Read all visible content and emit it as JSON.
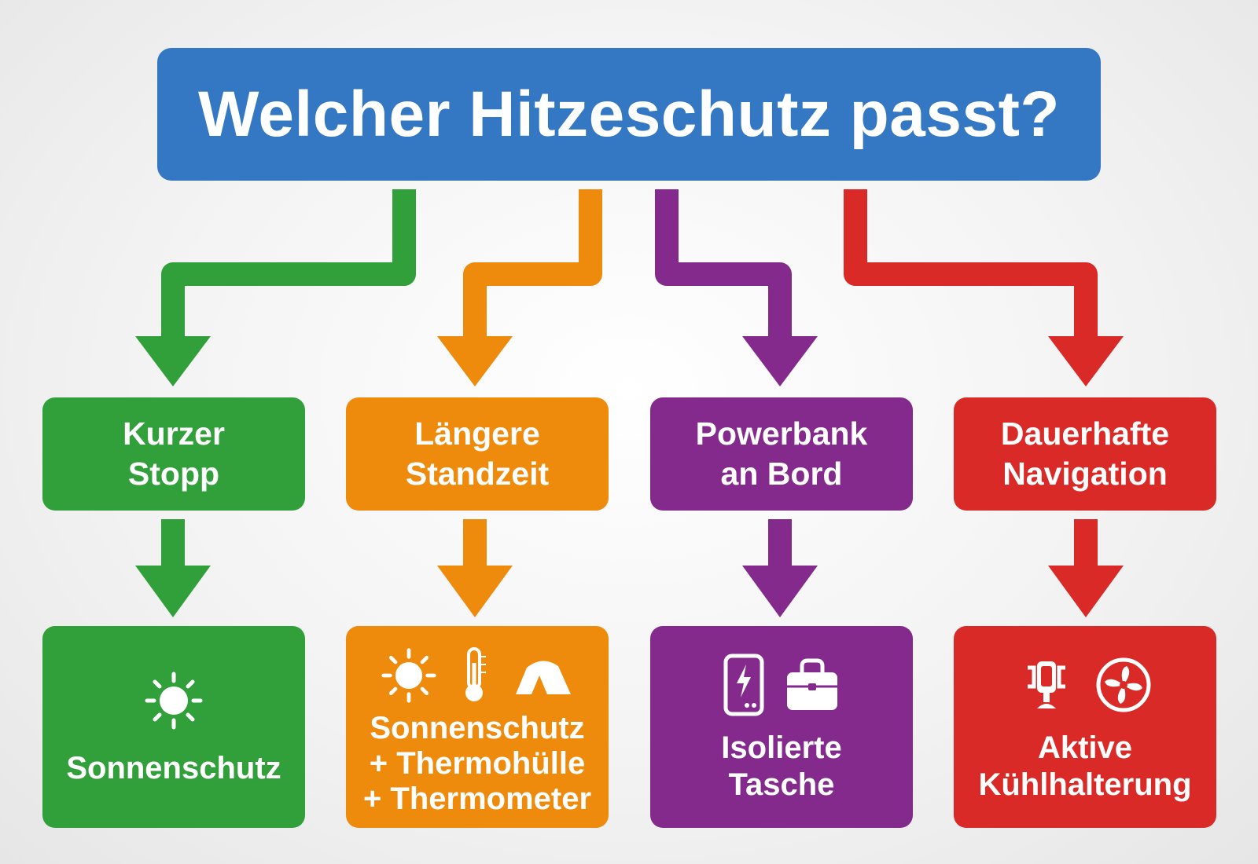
{
  "title": "Welcher Hitzeschutz passt?",
  "colors": {
    "title": "#3478c4",
    "green": "#31a03b",
    "orange": "#ee8a0c",
    "purple": "#842a8c",
    "red": "#d92a27"
  },
  "branches": [
    {
      "color": "green",
      "question": [
        "Kurzer",
        "Stopp"
      ],
      "icons": [
        "sun-icon"
      ],
      "answer": [
        "Sonnenschutz"
      ]
    },
    {
      "color": "orange",
      "question": [
        "Längere",
        "Standzeit"
      ],
      "icons": [
        "sun-icon",
        "thermometer-icon",
        "tent-cover-icon"
      ],
      "answer": [
        "Sonnenschutz",
        "+ Thermohülle",
        "+ Thermometer"
      ]
    },
    {
      "color": "purple",
      "question": [
        "Powerbank",
        "an Bord"
      ],
      "icons": [
        "powerbank-icon",
        "bag-icon"
      ],
      "answer": [
        "Isolierte",
        "Tasche"
      ]
    },
    {
      "color": "red",
      "question": [
        "Dauerhafte",
        "Navigation"
      ],
      "icons": [
        "phone-mount-icon",
        "fan-icon"
      ],
      "answer": [
        "Aktive",
        "Kühlhalterung"
      ]
    }
  ]
}
